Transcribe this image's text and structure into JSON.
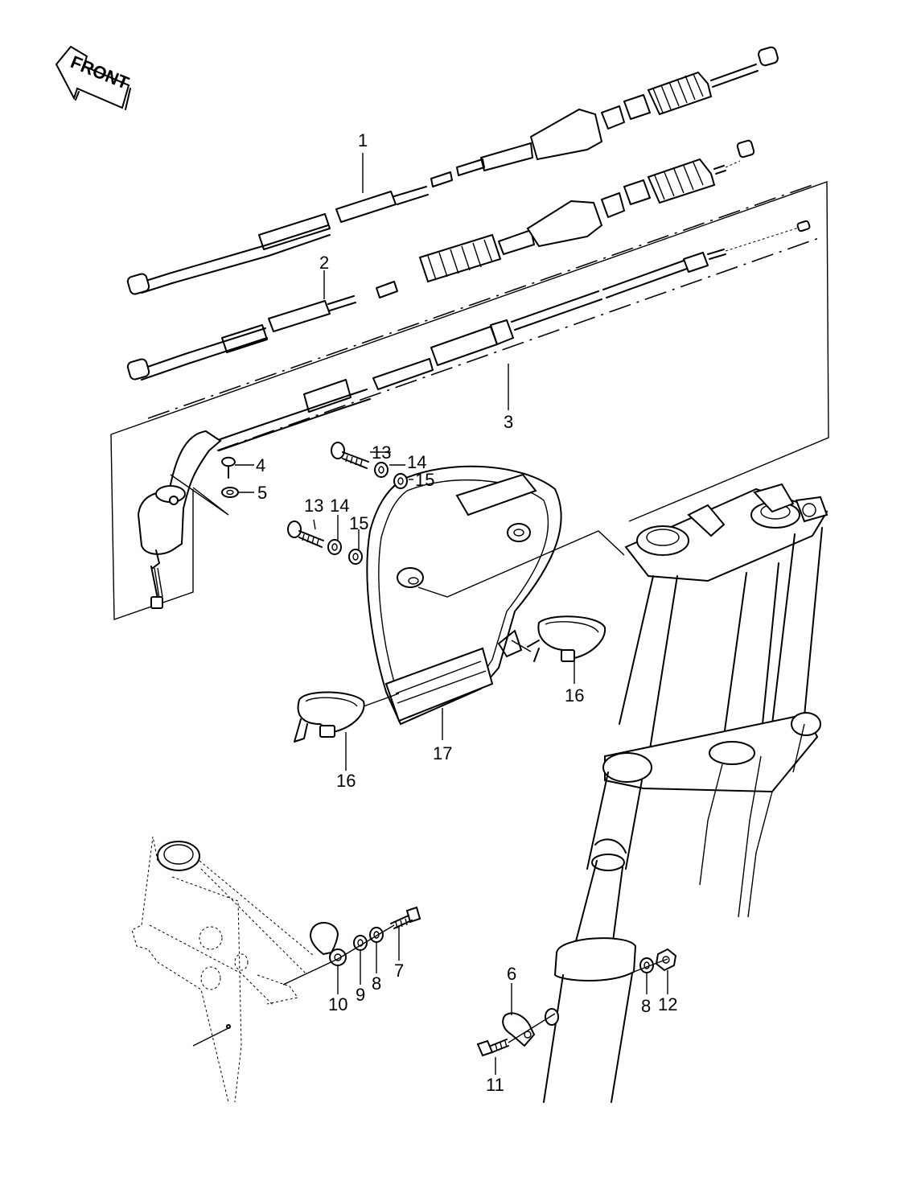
{
  "front_label": "FRONT",
  "callouts": {
    "p1": "1",
    "p2": "2",
    "p3": "3",
    "p4": "4",
    "p5": "5",
    "p6": "6",
    "p7": "7",
    "p8a": "8",
    "p8b": "8",
    "p9": "9",
    "p10": "10",
    "p11": "11",
    "p12": "12",
    "p13a": "13",
    "p13b": "13",
    "p14a": "14",
    "p14b": "14",
    "p15a": "15",
    "p15b": "15",
    "p16a": "16",
    "p16b": "16",
    "p17": "17"
  }
}
